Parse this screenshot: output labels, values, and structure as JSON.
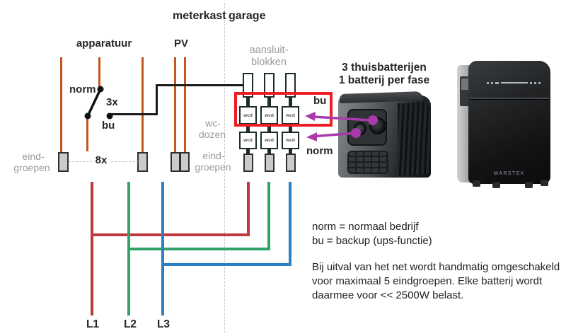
{
  "header": {
    "left_zone": "meterkast",
    "right_zone": "garage"
  },
  "diagram": {
    "apparatuur_label": "apparatuur",
    "pv_label": "PV",
    "aansluitblokken_line1": "aansluit-",
    "aansluitblokken_line2": "blokken",
    "switch_norm_label": "norm",
    "switch_bu_label": "bu",
    "switch_count_label": "3x",
    "groups_count_label": "8x",
    "eindgroepen_left_line1": "eind-",
    "eindgroepen_left_line2": "groepen",
    "wcdozen_line1": "wc-",
    "wcdozen_line2": "dozen",
    "eindgroepen_right_line1": "eind-",
    "eindgroepen_right_line2": "groepen",
    "wcd_label": "wcd",
    "bu_row_label": "bu",
    "norm_row_label": "norm",
    "phases": [
      "L1",
      "L2",
      "L3"
    ]
  },
  "battery": {
    "caption_line1": "3 thuisbatterijen",
    "caption_line2": "1 batterij per fase",
    "brand": "MARSTEK"
  },
  "notes": {
    "legend_line1": "norm = normaal bedrijf",
    "legend_line2": "bu = backup (ups-functie)",
    "paragraph_line1": "Bij uitval van het net wordt handmatig omgeschakeld",
    "paragraph_line2": "voor maximaal 5 eindgroepen. Elke batterij wordt",
    "paragraph_line3": "daarmee voor << 2500W belast."
  },
  "colors": {
    "circuit_orange": "#c3561f",
    "circuit_black": "#1a1a1a",
    "phase_l1_red": "#bf3a3f",
    "phase_l2_green": "#2fa368",
    "phase_l3_blue": "#2b7fc2",
    "highlight_red": "#ee1c25",
    "arrow_magenta": "#a93aac",
    "gray_label": "#9b9b9b"
  }
}
